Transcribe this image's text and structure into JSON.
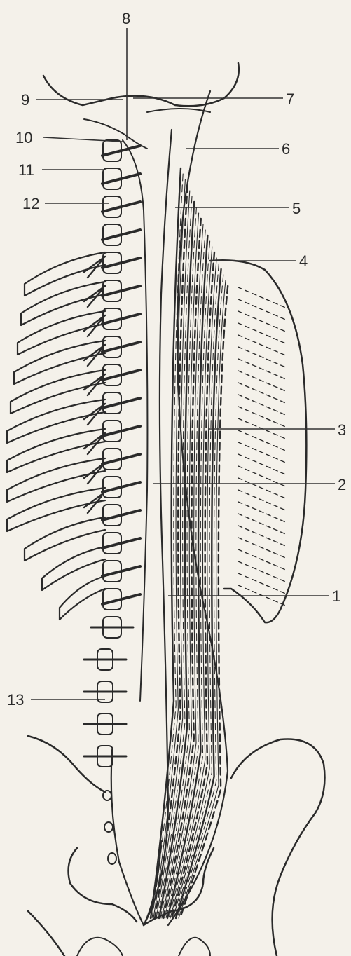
{
  "figure": {
    "labels": [
      "1",
      "2",
      "3",
      "4",
      "5",
      "6",
      "7",
      "8",
      "9",
      "10",
      "11",
      "12",
      "13"
    ]
  },
  "colors": {
    "background": "#f4f1ea",
    "ink": "#2a2a2a"
  }
}
